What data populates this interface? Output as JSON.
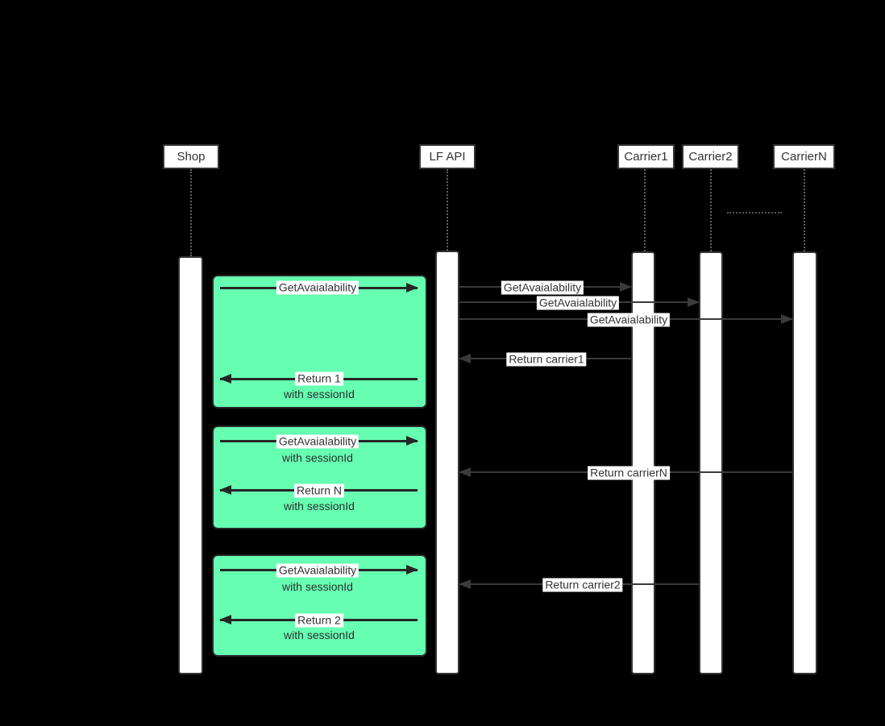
{
  "colors": {
    "background": "#000000",
    "highlight_green": "#66FFB2",
    "arrow_line": "#3a3a3a",
    "label_background": "#ffffff",
    "text": "#333333"
  },
  "actors": [
    {
      "id": "shop",
      "label": "Shop"
    },
    {
      "id": "lf-api",
      "label": "LF API"
    },
    {
      "id": "carrier1",
      "label": "Carrier1"
    },
    {
      "id": "carrier2",
      "label": "Carrier2"
    },
    {
      "id": "carrierN",
      "label": "CarrierN"
    }
  ],
  "messages": {
    "shop_block1": {
      "request": "GetAvaialability",
      "return": "Return 1",
      "return_note": "with sessionId"
    },
    "shop_block2": {
      "request": "GetAvaialability",
      "request_note": "with sessionId",
      "return": "Return N",
      "return_note": "with sessionId"
    },
    "shop_block3": {
      "request": "GetAvaialability",
      "request_note": "with sessionId",
      "return": "Return 2",
      "return_note": "with sessionId"
    },
    "api_to_carrier1": "GetAvaialability",
    "api_to_carrier2": "GetAvaialability",
    "api_to_carrierN": "GetAvaialability",
    "carrier1_return": "Return carrier1",
    "carrierN_return": "Return carrierN",
    "carrier2_return": "Return carrier2"
  }
}
